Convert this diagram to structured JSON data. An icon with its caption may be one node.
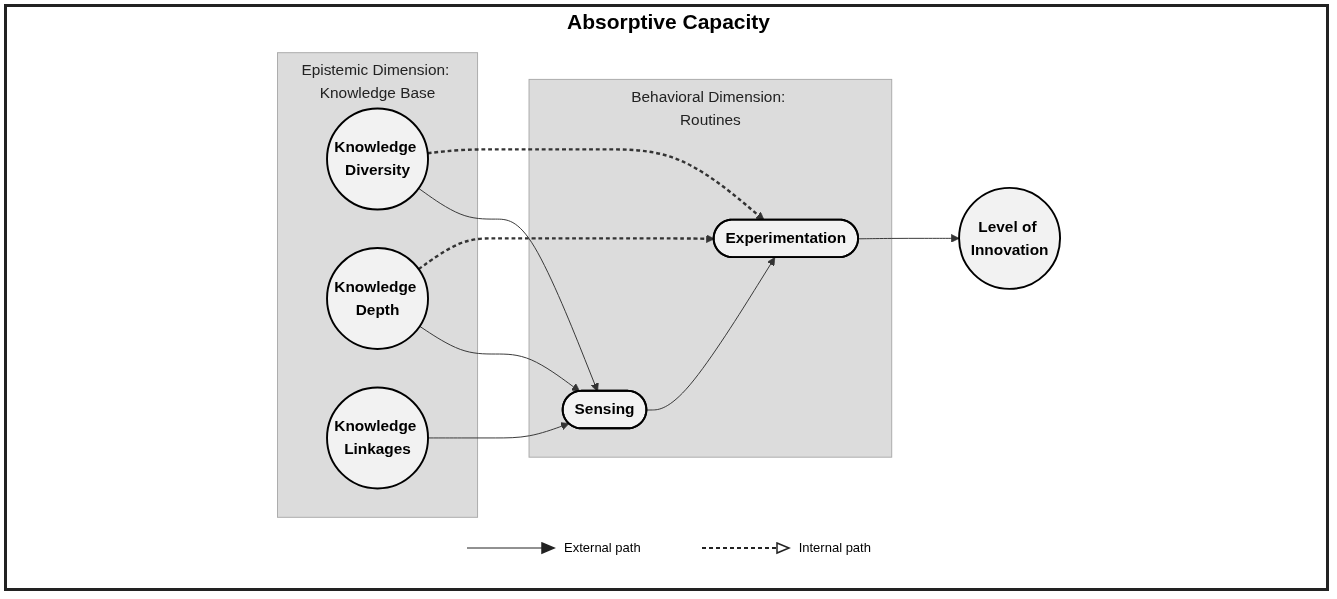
{
  "diagram": {
    "title": "Absorptive Capacity",
    "nodes": [
      {
        "text": [
          "Epistemic Dimension: Knowledge Base"
        ]
      },
      {
        "text": [
          "Knowledge Diversity"
        ],
        "in": 0
      },
      {
        "text": [
          "Knowledge Depth"
        ],
        "in": 0
      },
      {
        "text": [
          "Knowledge Linkages"
        ],
        "in": 0
      },
      {
        "text": [
          "Behavioral Dimension: Routines"
        ]
      },
      {
        "text": [
          "Sensing"
        ],
        "in": 4
      },
      {
        "text": [
          "Experimentation"
        ],
        "in": 4
      },
      {
        "text": [
          "Level of Innovation"
        ]
      }
    ],
    "edges": [
      {
        "from": 1,
        "to": 5,
        "arrow": "to"
      },
      {
        "from": 2,
        "to": 5,
        "arrow": "to"
      },
      {
        "from": 3,
        "to": 5,
        "arrow": "to"
      },
      {
        "from": 5,
        "to": 6,
        "arrow": "to"
      },
      {
        "from": 6,
        "to": 7,
        "arrow": "to"
      },
      {
        "from": 1,
        "to": 6,
        "arrow": "to",
        "style": "dashed"
      },
      {
        "from": 2,
        "to": 6,
        "arrow": "to",
        "style": "dashed"
      }
    ],
    "legend": [
      {
        "text": "External path"
      },
      {
        "text": "Internal path"
      }
    ]
  }
}
